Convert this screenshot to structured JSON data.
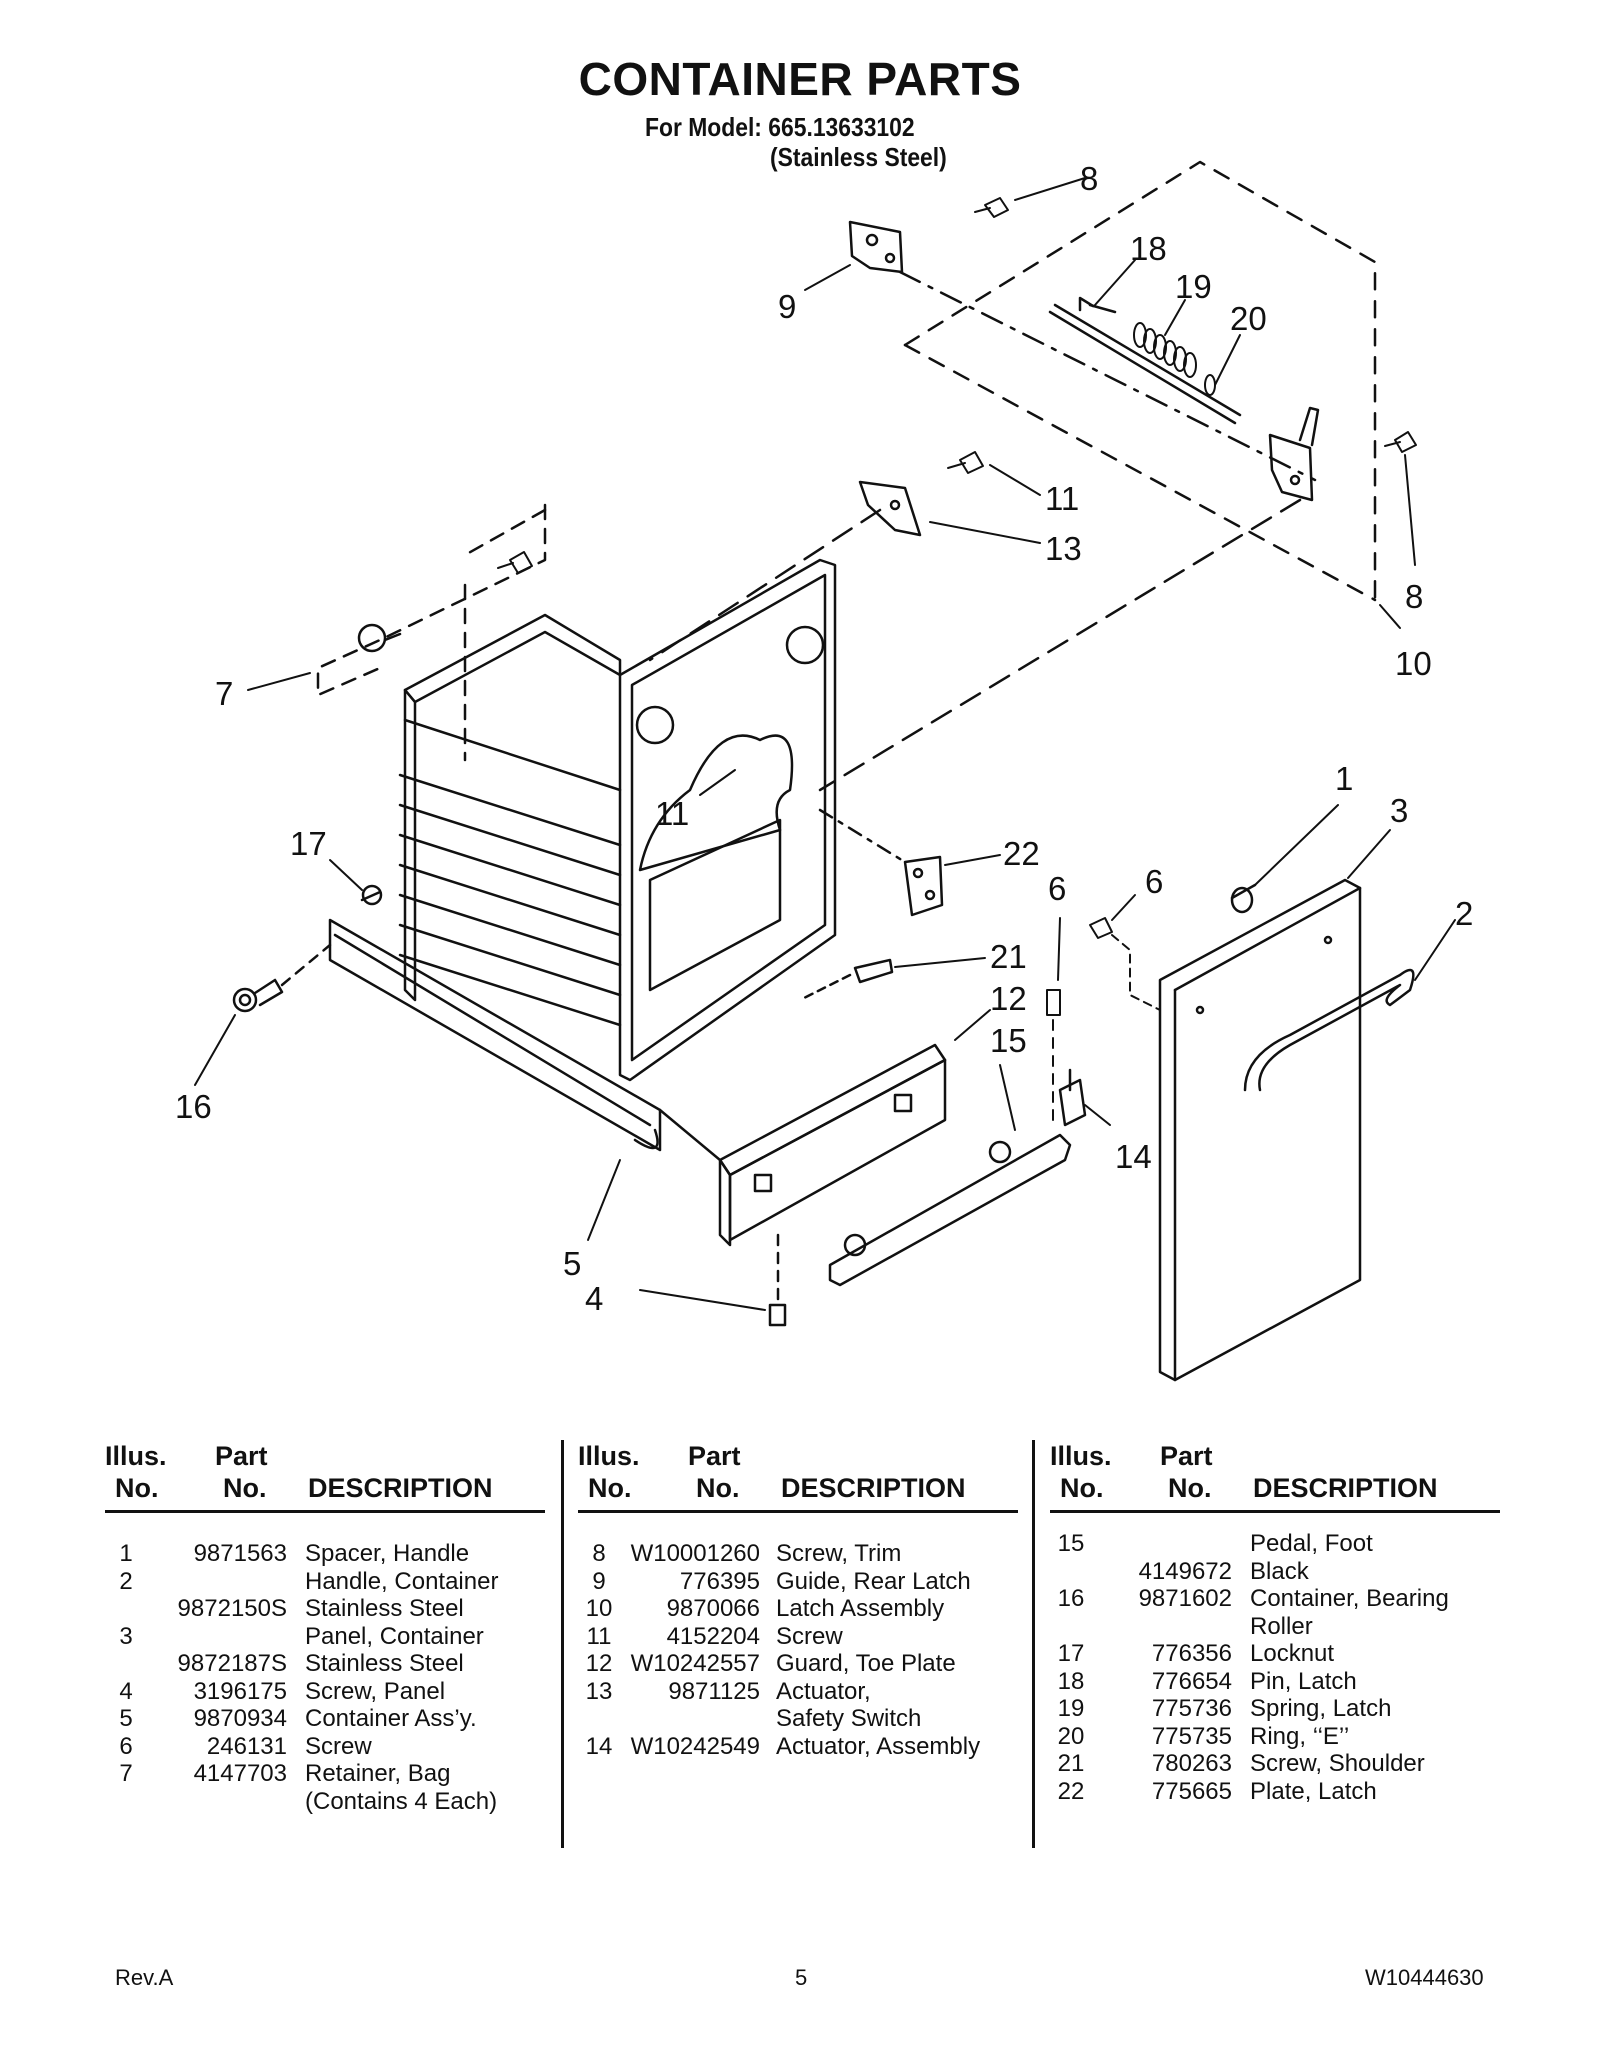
{
  "header": {
    "title": "CONTAINER PARTS",
    "model_line": "For Model: 665.13633102",
    "model_variant": "(Stainless Steel)"
  },
  "diagram": {
    "callouts": [
      "8",
      "9",
      "18",
      "19",
      "20",
      "11",
      "13",
      "8",
      "10",
      "7",
      "11",
      "1",
      "3",
      "17",
      "22",
      "6",
      "6",
      "2",
      "21",
      "12",
      "15",
      "16",
      "14",
      "5",
      "4"
    ]
  },
  "parts_table": {
    "headers": {
      "illus_1": "Illus.",
      "illus_2": "No.",
      "part_1": "Part",
      "part_2": "No.",
      "description": "DESCRIPTION"
    },
    "columns": [
      [
        {
          "illus": "1",
          "part": "9871563",
          "description": "Spacer, Handle"
        },
        {
          "illus": "2",
          "part": "",
          "description": "Handle, Container"
        },
        {
          "illus": "",
          "part": "9872150S",
          "description": "Stainless Steel"
        },
        {
          "illus": "3",
          "part": "",
          "description": "Panel, Container"
        },
        {
          "illus": "",
          "part": "9872187S",
          "description": "Stainless Steel"
        },
        {
          "illus": "4",
          "part": "3196175",
          "description": "Screw, Panel"
        },
        {
          "illus": "5",
          "part": "9870934",
          "description": "Container Ass’y."
        },
        {
          "illus": "6",
          "part": "246131",
          "description": "Screw"
        },
        {
          "illus": "7",
          "part": "4147703",
          "description": "Retainer, Bag"
        },
        {
          "illus": "",
          "part": "",
          "description": "(Contains 4 Each)"
        }
      ],
      [
        {
          "illus": "8",
          "part": "W10001260",
          "description": "Screw, Trim"
        },
        {
          "illus": "9",
          "part": "776395",
          "description": "Guide, Rear Latch"
        },
        {
          "illus": "10",
          "part": "9870066",
          "description": "Latch Assembly"
        },
        {
          "illus": "11",
          "part": "4152204",
          "description": "Screw"
        },
        {
          "illus": "12",
          "part": "W10242557",
          "description": "Guard, Toe Plate"
        },
        {
          "illus": "13",
          "part": "9871125",
          "description": "Actuator,"
        },
        {
          "illus": "",
          "part": "",
          "description": "Safety Switch"
        },
        {
          "illus": "14",
          "part": "W10242549",
          "description": "Actuator, Assembly"
        }
      ],
      [
        {
          "illus": "15",
          "part": "",
          "description": "Pedal, Foot"
        },
        {
          "illus": "",
          "part": "4149672",
          "description": "Black"
        },
        {
          "illus": "16",
          "part": "9871602",
          "description": "Container, Bearing"
        },
        {
          "illus": "",
          "part": "",
          "description": "Roller"
        },
        {
          "illus": "17",
          "part": "776356",
          "description": "Locknut"
        },
        {
          "illus": "18",
          "part": "776654",
          "description": "Pin, Latch"
        },
        {
          "illus": "19",
          "part": "775736",
          "description": "Spring, Latch"
        },
        {
          "illus": "20",
          "part": "775735",
          "description": "Ring, ‘‘E’’"
        },
        {
          "illus": "21",
          "part": "780263",
          "description": "Screw, Shoulder"
        },
        {
          "illus": "22",
          "part": "775665",
          "description": "Plate, Latch"
        }
      ]
    ]
  },
  "footer": {
    "revision": "Rev.A",
    "page_number": "5",
    "document_id": "W10444630"
  }
}
